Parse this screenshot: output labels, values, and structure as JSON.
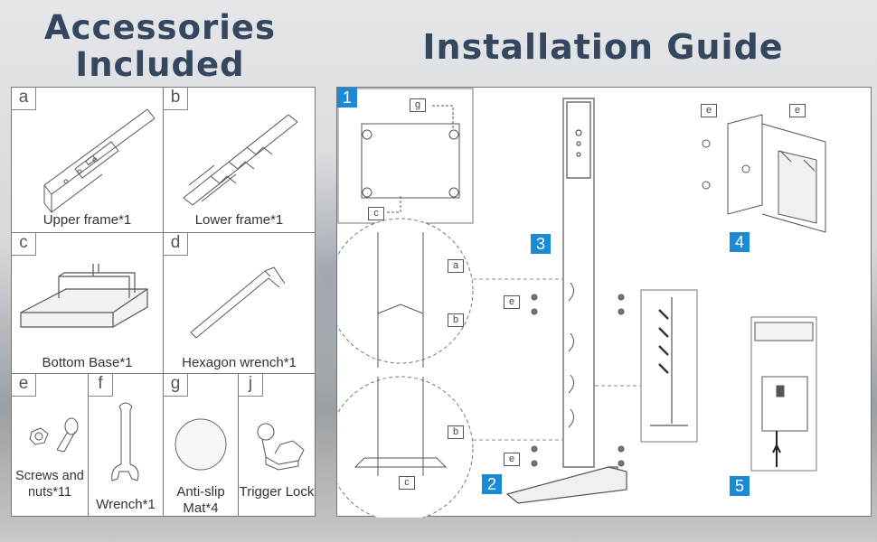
{
  "headings": {
    "accessories": "Accessories Included",
    "guide": "Installation Guide"
  },
  "accessories": [
    {
      "id": "a",
      "label": "Upper frame*1"
    },
    {
      "id": "b",
      "label": "Lower frame*1"
    },
    {
      "id": "c",
      "label": "Bottom Base*1"
    },
    {
      "id": "d",
      "label": "Hexagon wrench*1"
    },
    {
      "id": "e",
      "label": "Screws and nuts*11"
    },
    {
      "id": "f",
      "label": "Wrench*1"
    },
    {
      "id": "g",
      "label": "Anti-slip Mat*4"
    },
    {
      "id": "j",
      "label": "Trigger Lock"
    }
  ],
  "steps": [
    "1",
    "2",
    "3",
    "4",
    "5"
  ],
  "part_tags": {
    "a": "a",
    "b": "b",
    "c": "c",
    "e": "e",
    "g": "g"
  }
}
